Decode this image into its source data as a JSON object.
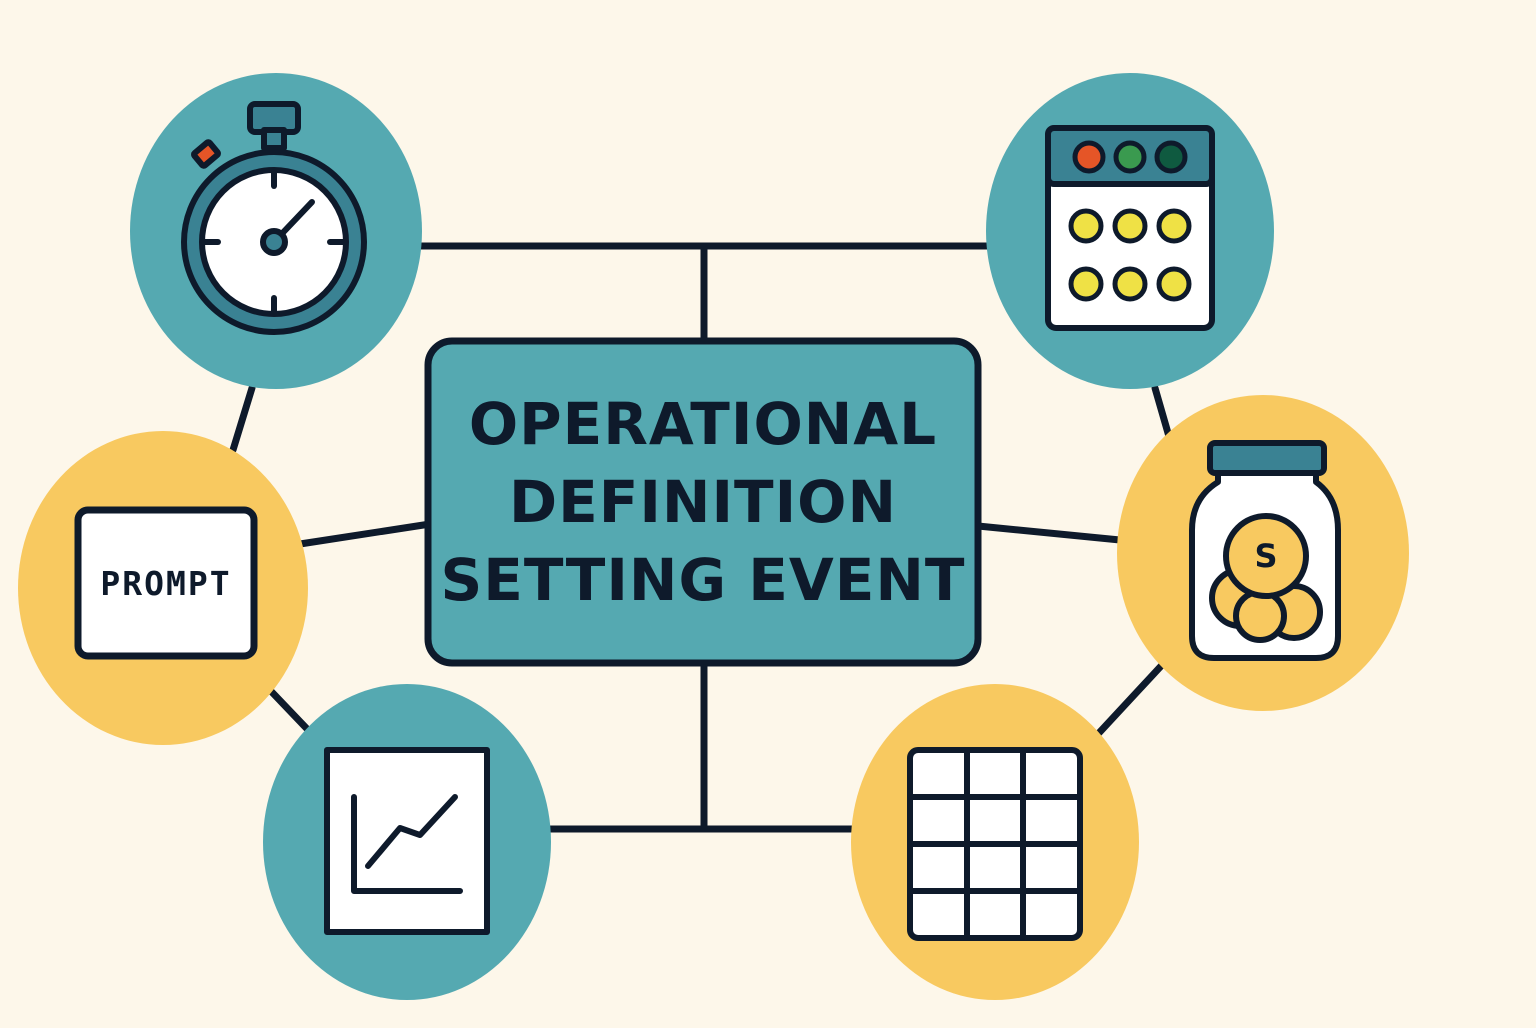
{
  "center": {
    "title_lines": [
      "OPERATIONAL",
      "DEFINITION",
      "SETTING EVENT"
    ]
  },
  "nodes": {
    "stopwatch": {
      "icon": "stopwatch-icon"
    },
    "prompt": {
      "icon": "prompt-card-icon",
      "label": "PROMPT"
    },
    "line_chart": {
      "icon": "line-chart-icon"
    },
    "dot_panel": {
      "icon": "token-panel-icon"
    },
    "money_jar": {
      "icon": "money-jar-icon",
      "symbol": "S"
    },
    "grid_table": {
      "icon": "grid-table-icon"
    }
  },
  "colors": {
    "background": "#fdf7ea",
    "teal": "#55a9b1",
    "yellow": "#f8c960",
    "outline": "#0e1a2b",
    "icon_teal": "#3a8293",
    "dot_red": "#e55527",
    "dot_green": "#3a9a4f",
    "dot_darkgreen": "#0f5a40",
    "dot_yellow": "#efe145",
    "coin_yellow": "#f8c960"
  }
}
